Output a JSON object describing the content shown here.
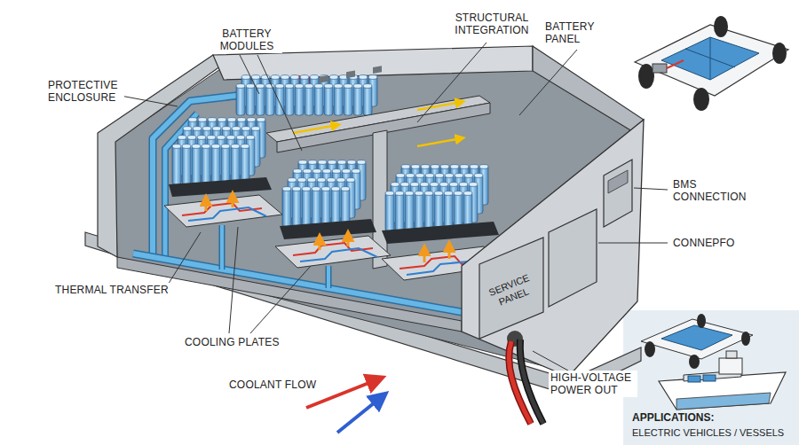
{
  "diagram": {
    "nodes": [
      {
        "text": [
          "SERVICE PANEL"
        ]
      },
      {
        "text": [
          "APPLICATIONS:",
          "ELECTRIC VEHICLES / VESSELS"
        ]
      }
    ],
    "labels": [
      "BATTERY MODULES",
      "STRUCTURAL INTEGRATION",
      "PROTECTIVE ENCLOSURE",
      "BATTERY PANEL",
      "BMS CONNECTION",
      "CONNEPFO",
      "THERMAL TRANSFER",
      "COOLING PLATES",
      "COOLANT FLOW",
      "HIGH-VOLTAGE POWER OUT"
    ]
  }
}
